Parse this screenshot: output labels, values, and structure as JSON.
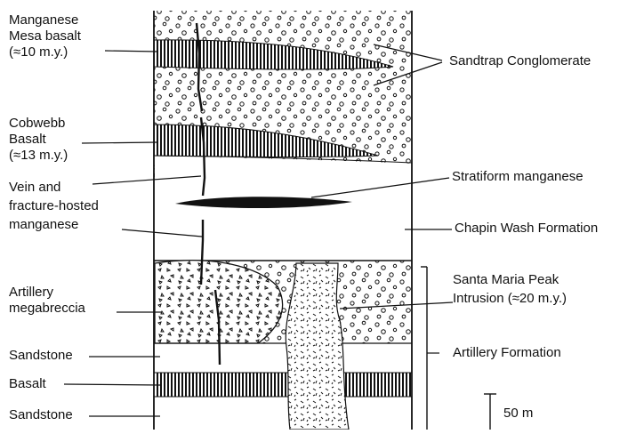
{
  "labels": {
    "manganese_mesa": [
      "Manganese",
      "Mesa basalt",
      "(≈10 m.y.)"
    ],
    "cobwebb": [
      "Cobwebb",
      "Basalt",
      "(≈13 m.y.)"
    ],
    "vein": [
      "Vein and",
      "fracture-hosted",
      "manganese"
    ],
    "artillery_megabreccia": [
      "Artillery",
      "megabreccia"
    ],
    "sandstone_upper": "Sandstone",
    "basalt": "Basalt",
    "sandstone_lower": "Sandstone",
    "sandtrap": "Sandtrap Conglomerate",
    "stratiform": "Stratiform manganese",
    "chapin": "Chapin Wash Formation",
    "santa_maria": [
      "Santa Maria Peak",
      "Intrusion (≈20 m.y.)"
    ],
    "artillery_formation": "Artillery Formation",
    "scale": "50 m"
  },
  "colors": {
    "ink": "#111111",
    "paper": "#ffffff"
  }
}
